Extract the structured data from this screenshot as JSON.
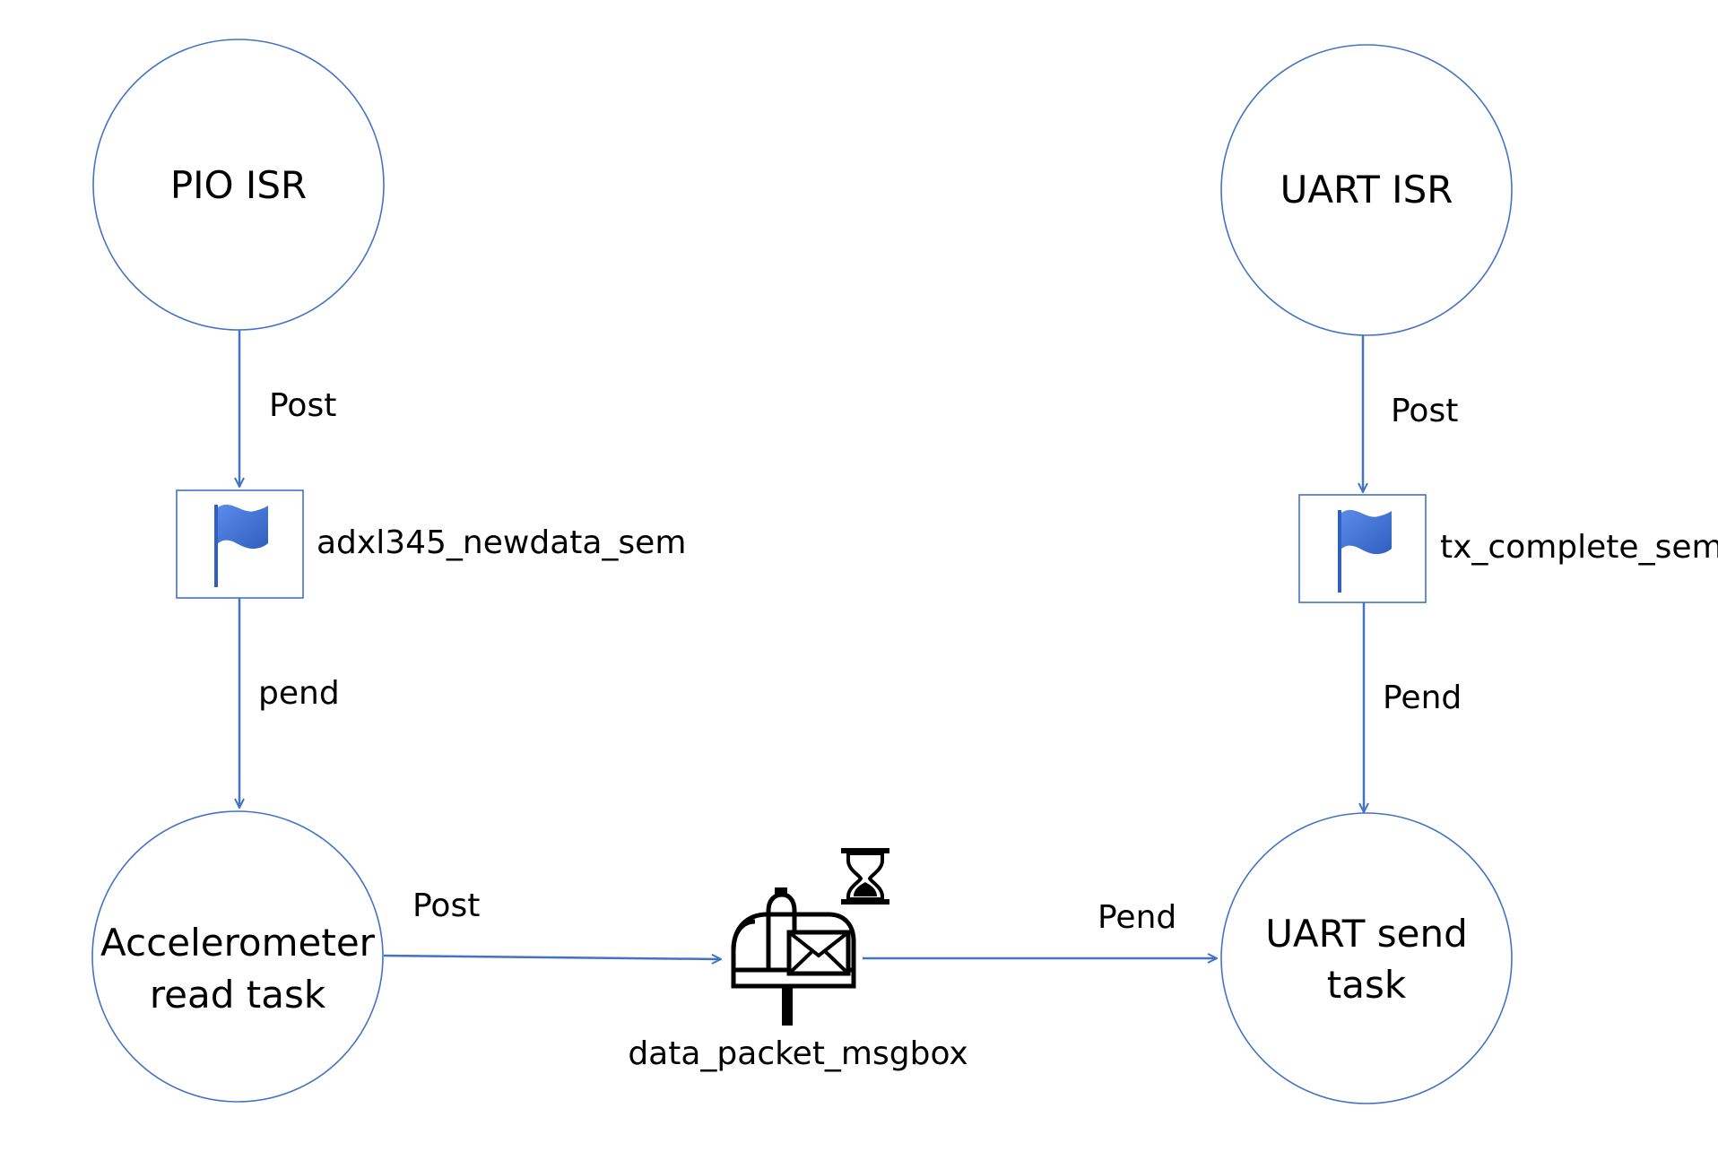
{
  "nodes": {
    "pio_isr": {
      "label": "PIO ISR"
    },
    "uart_isr": {
      "label": "UART ISR"
    },
    "accel_task": {
      "line1": "Accelerometer",
      "line2": "read task"
    },
    "uart_send_task": {
      "line1": "UART send",
      "line2": "task"
    }
  },
  "semaphores": {
    "adxl": {
      "label": "adxl345_newdata_sem",
      "icon": "flag-icon"
    },
    "tx": {
      "label": "tx_complete_sem",
      "icon": "flag-icon"
    }
  },
  "mailbox": {
    "label": "data_packet_msgbox",
    "icon": "mailbox-icon",
    "badge_icon": "hourglass-icon"
  },
  "edges": {
    "pio_to_adxl": "Post",
    "adxl_to_accel": "pend",
    "uart_to_tx": "Post",
    "tx_to_uartsend": "Pend",
    "accel_to_mailbox": "Post",
    "mailbox_to_uartsend": "Pend"
  },
  "colors": {
    "accent": "#4472c4",
    "flag": "#3f6fd1"
  }
}
